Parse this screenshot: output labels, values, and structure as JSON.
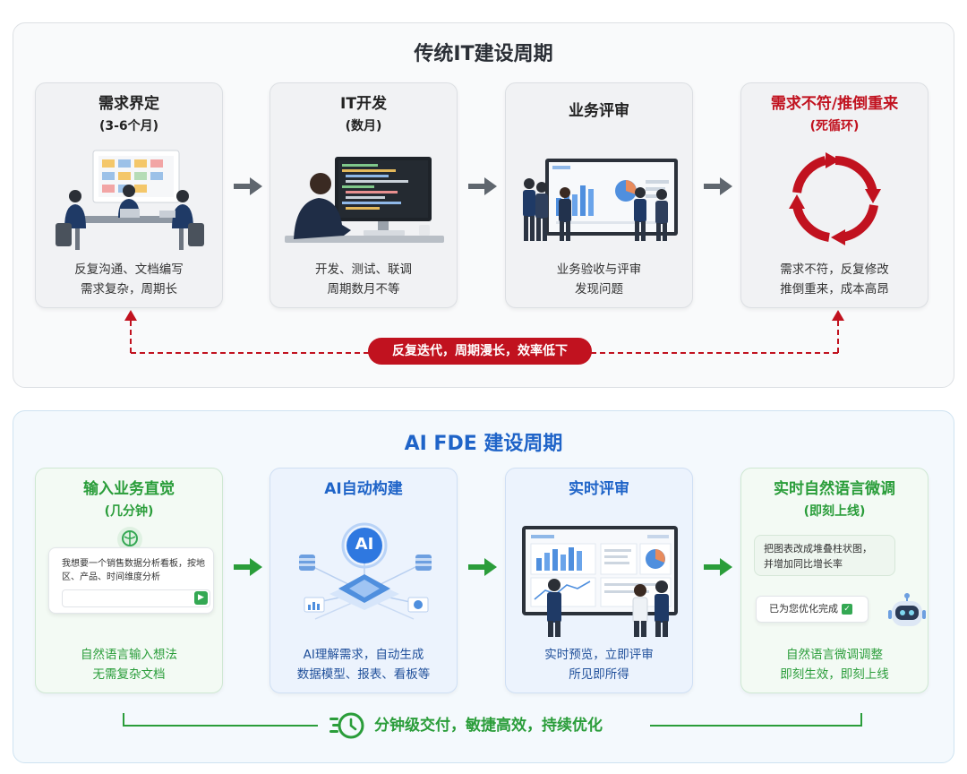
{
  "traditional": {
    "title": "传统IT建设周期",
    "steps": [
      {
        "title": "需求界定",
        "subtitle": "(3-6个月)",
        "desc": [
          "反复沟通、文档编写",
          "需求复杂，周期长"
        ],
        "illustration": "meeting-illustration"
      },
      {
        "title": "IT开发",
        "subtitle": "(数月)",
        "desc": [
          "开发、测试、联调",
          "周期数月不等"
        ],
        "illustration": "developer-illustration"
      },
      {
        "title": "业务评审",
        "subtitle": "",
        "desc": [
          "业务验收与评审",
          "发现问题"
        ],
        "illustration": "review-illustration"
      },
      {
        "title": "需求不符/推倒重来",
        "subtitle": "(死循环)",
        "desc": [
          "需求不符，反复修改",
          "推倒重来，成本高昂"
        ],
        "illustration": "cycle-arrows-icon"
      }
    ],
    "loop_label": "反复迭代，周期漫长，效率低下",
    "accent_color": "#c1121f"
  },
  "ai_fde": {
    "title": "AI FDE 建设周期",
    "steps": [
      {
        "title": "输入业务直觉",
        "subtitle": "(几分钟)",
        "desc": [
          "自然语言输入想法",
          "无需复杂文档"
        ],
        "chat_text": "我想要一个销售数据分析看板，按地区、产品、时间维度分析",
        "illustration": "brain-icon"
      },
      {
        "title": "AI自动构建",
        "subtitle": "",
        "desc": [
          "AI理解需求，自动生成",
          "数据模型、报表、看板等"
        ],
        "badge": "AI",
        "illustration": "ai-chip-illustration"
      },
      {
        "title": "实时评审",
        "subtitle": "",
        "desc": [
          "实时预览，立即评审",
          "所见即所得"
        ],
        "illustration": "dashboard-review-illustration"
      },
      {
        "title": "实时自然语言微调",
        "subtitle": "(即刻上线)",
        "desc": [
          "自然语言微调调整",
          "即刻生效，即刻上线"
        ],
        "request_text": [
          "把图表改成堆叠柱状图，",
          "并增加同比增长率"
        ],
        "reply_text": "已为您优化完成",
        "illustration": "robot-icon"
      }
    ],
    "bottom_label": "分钟级交付，敏捷高效，持续优化",
    "accent_color": "#1f64c8",
    "success_color": "#2a9d3a"
  }
}
